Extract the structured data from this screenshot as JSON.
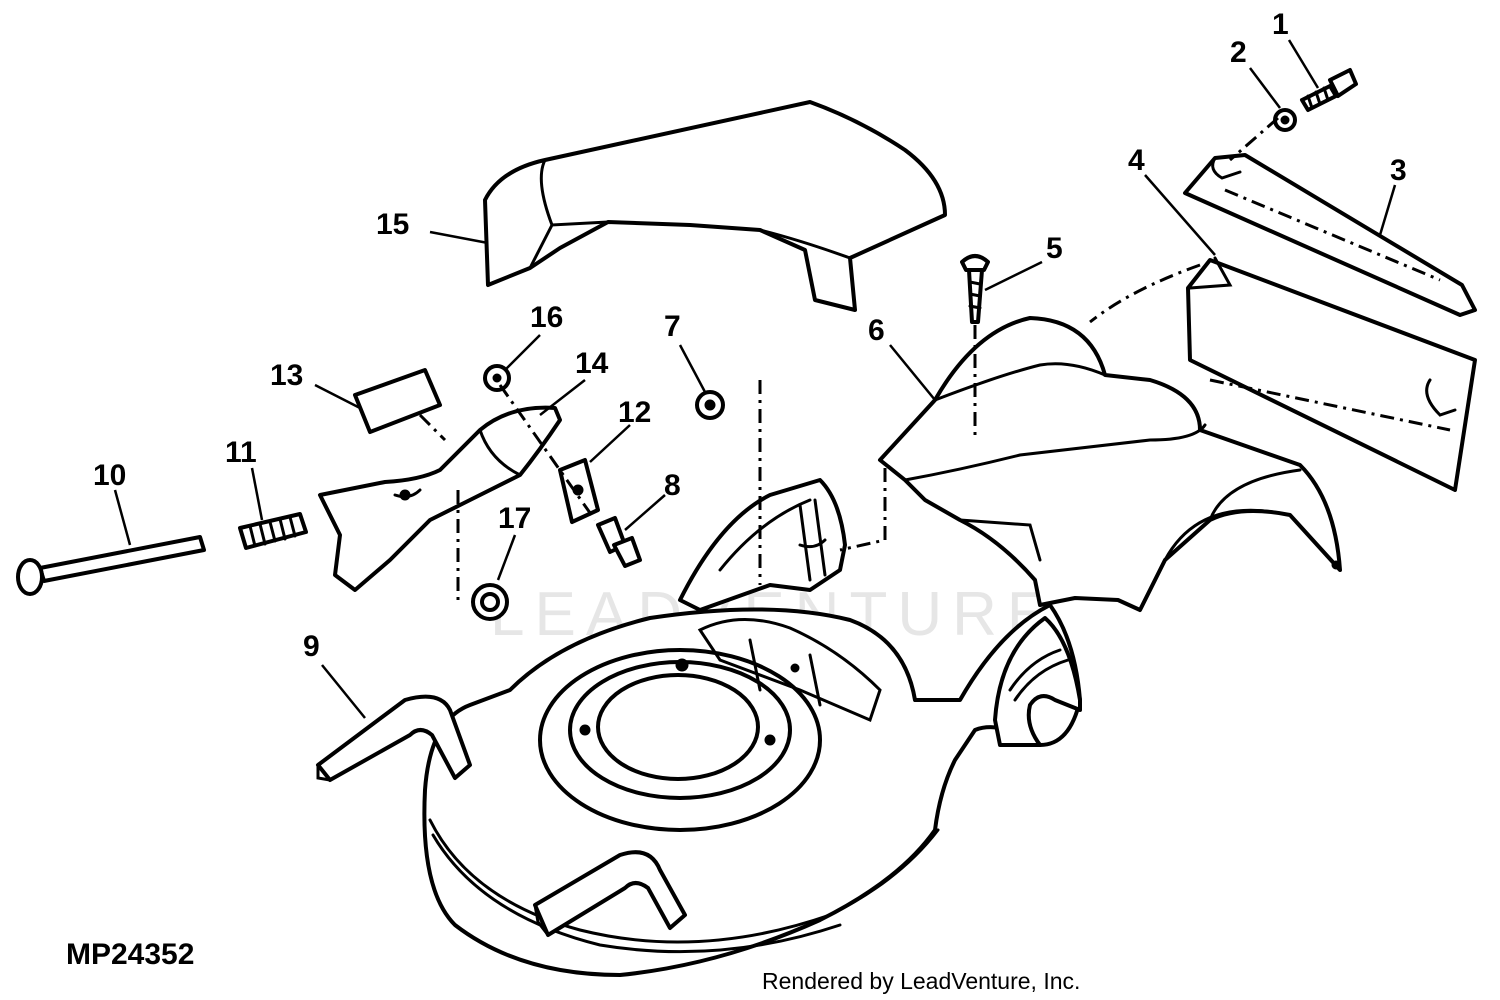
{
  "diagram": {
    "figure_id": "MP24352",
    "credit": "Rendered by LeadVenture, Inc.",
    "watermark": "LEADVENTURE",
    "callouts": [
      "1",
      "2",
      "3",
      "4",
      "5",
      "6",
      "7",
      "8",
      "9",
      "10",
      "11",
      "12",
      "13",
      "14",
      "15",
      "16",
      "17"
    ]
  }
}
